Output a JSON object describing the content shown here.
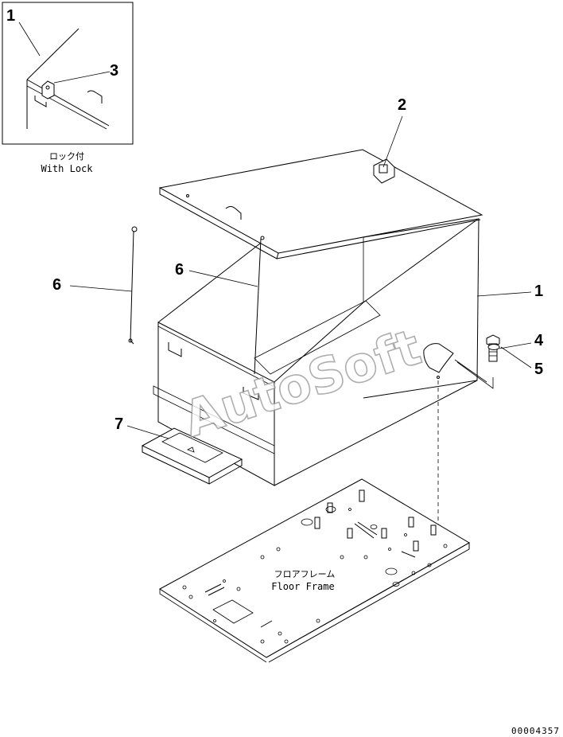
{
  "callouts": {
    "c1_inset": "1",
    "c2": "2",
    "c3": "3",
    "c1_main": "1",
    "c4": "4",
    "c5": "5",
    "c6_left": "6",
    "c6_mid": "6",
    "c7": "7"
  },
  "inset": {
    "label_jp": "ロック付",
    "label_en": "With Lock"
  },
  "floor_frame": {
    "label_jp": "フロアフレーム",
    "label_en": "Floor Frame"
  },
  "watermark": "AutoSoft",
  "document_number": "00004357"
}
